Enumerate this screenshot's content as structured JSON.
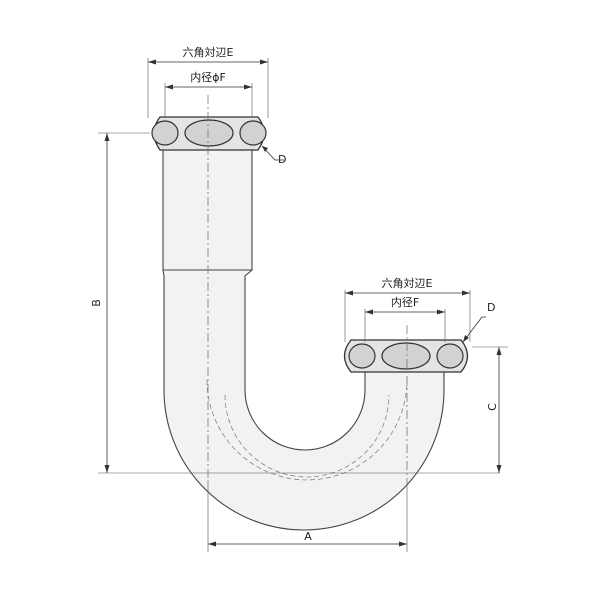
{
  "labels": {
    "hex_across_flats_upper": "六角対辺E",
    "inner_dia_upper": "内径ϕF",
    "d_upper": "D",
    "hex_across_flats_lower": "六角対辺E",
    "inner_dia_lower": "内径F",
    "d_lower": "D",
    "dim_a": "A",
    "dim_b": "B",
    "dim_c": "C"
  },
  "colors": {
    "outline": "#444444",
    "fill": "#f2f2f2",
    "nut_fill": "#e4e4e4"
  }
}
